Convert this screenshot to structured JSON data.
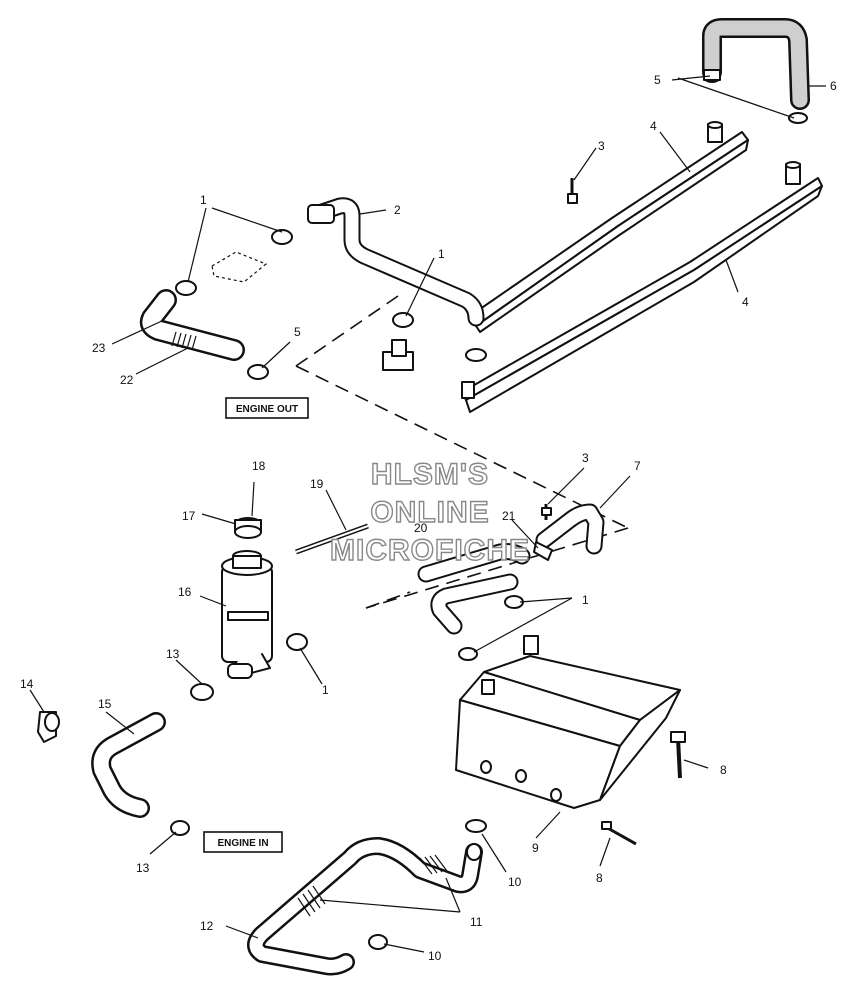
{
  "watermark": {
    "line1": "HLSM'S",
    "line2": "ONLINE",
    "line3": "MICROFICHE"
  },
  "labels": {
    "engine_out": "ENGINE OUT",
    "engine_in": "ENGINE IN"
  },
  "callouts": {
    "c1a": "1",
    "c1b": "1",
    "c1c": "1",
    "c1d": "1",
    "c2": "2",
    "c3a": "3",
    "c3b": "3",
    "c4a": "4",
    "c4b": "4",
    "c5a": "5",
    "c5b": "5",
    "c6": "6",
    "c7": "7",
    "c8a": "8",
    "c8b": "8",
    "c9": "9",
    "c10a": "10",
    "c10b": "10",
    "c11": "11",
    "c12": "12",
    "c13a": "13",
    "c13b": "13",
    "c14": "14",
    "c15": "15",
    "c16": "16",
    "c17": "17",
    "c18": "18",
    "c19": "19",
    "c20": "20",
    "c21": "21",
    "c22": "22",
    "c23": "23"
  },
  "colors": {
    "ink": "#111111",
    "paper": "#ffffff",
    "watermark_outline": "#888888"
  }
}
